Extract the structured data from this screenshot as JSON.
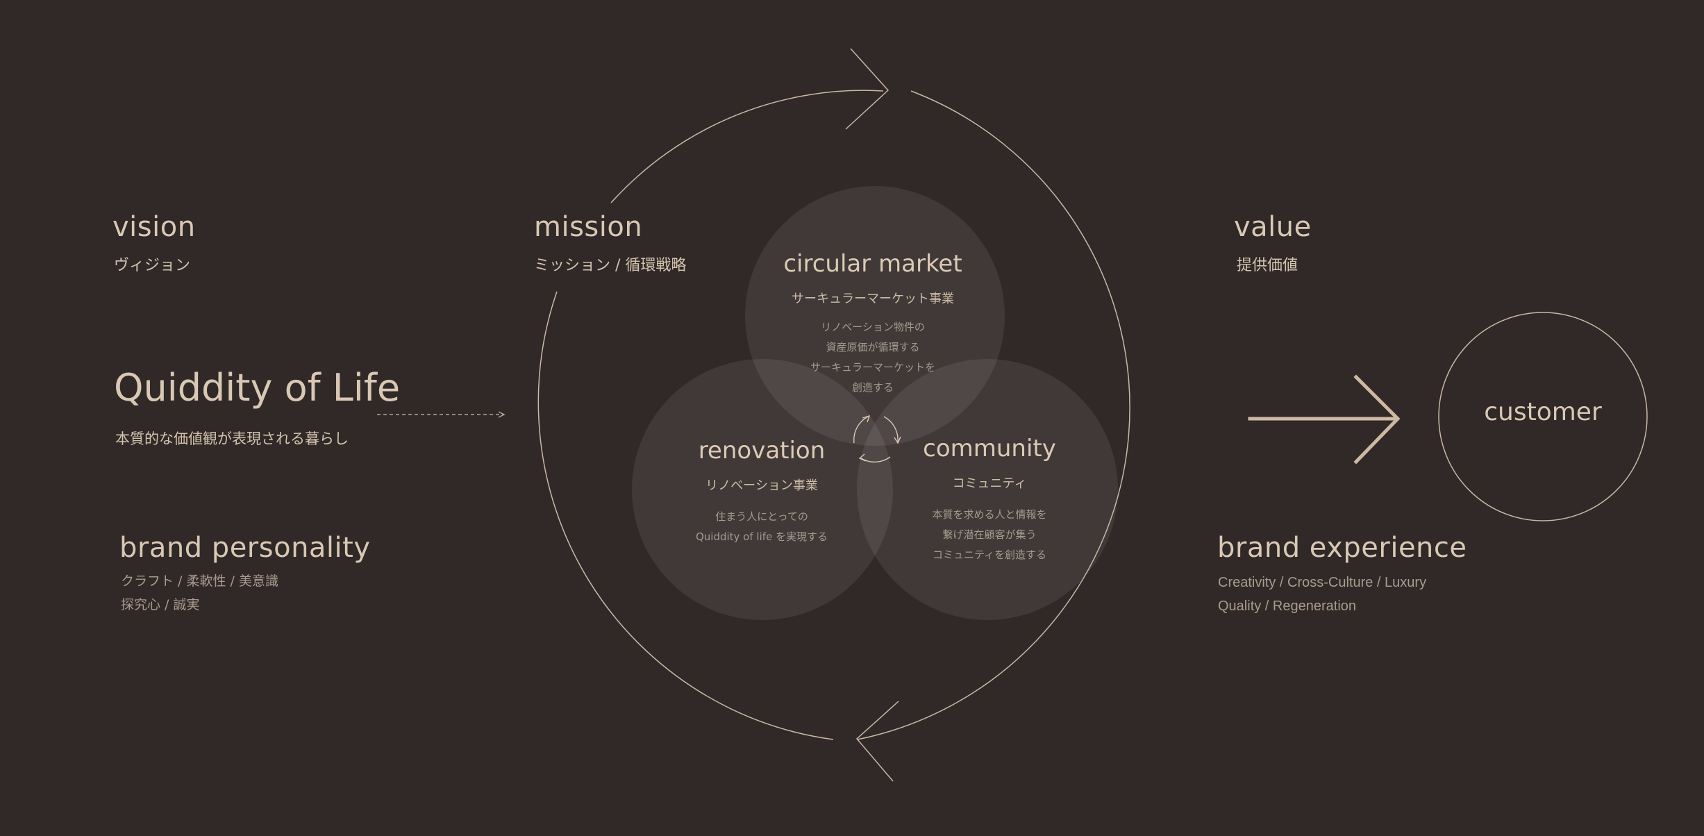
{
  "left": {
    "vision": {
      "title": "vision",
      "subtitle": "ヴィジョン"
    },
    "quiddity": {
      "title": "Quiddity of Life",
      "subtitle": "本質的な価値観が表現される暮らし"
    },
    "brand_personality": {
      "title": "brand personality",
      "lines": [
        "クラフト / 柔軟性 / 美意識",
        "探究心 / 誠実"
      ]
    }
  },
  "mission": {
    "title": "mission",
    "subtitle": "ミッション / 循環戦略"
  },
  "circles": {
    "circular_market": {
      "title": "circular market",
      "subtitle": "サーキュラーマーケット事業",
      "desc": [
        "リノベーション物件の",
        "資産原価が循環する",
        "サーキュラーマーケットを",
        "創造する"
      ]
    },
    "renovation": {
      "title": "renovation",
      "subtitle": "リノベーション事業",
      "desc": [
        "住まう人にとっての",
        "Quiddity of life を実現する"
      ]
    },
    "community": {
      "title": "community",
      "subtitle": "コミュニティ",
      "desc": [
        "本質を求める人と情報を",
        "繋げ潜在顧客が集う",
        "コミュニティを創造する"
      ]
    }
  },
  "right": {
    "value": {
      "title": "value",
      "subtitle": "提供価値"
    },
    "customer": {
      "label": "customer"
    },
    "brand_experience": {
      "title": "brand experience",
      "lines": [
        "Creativity /  Cross-Culture / Luxury",
        "Quality / Regeneration"
      ]
    }
  },
  "colors": {
    "background": "#302928",
    "text": "#d9c8b4",
    "line": "#cbb8a3",
    "circle_fill": "#4a4544"
  }
}
